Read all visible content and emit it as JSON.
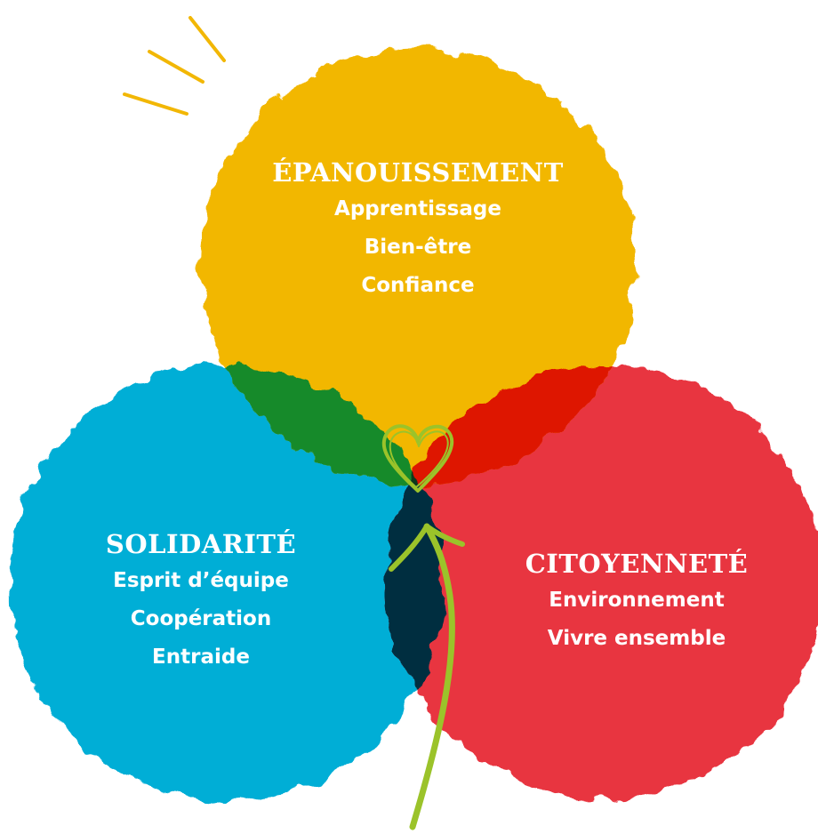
{
  "colors": {
    "yellow": "#F2B705",
    "blue": "#00AED6",
    "red": "#E83440",
    "green": "#158A2A",
    "deep_red": "#DE1304",
    "navy": "#032F40",
    "center": "#0E3A1E",
    "lime": "#9BC32A"
  },
  "circles": {
    "top": {
      "title": "ÉPANOUISSEMENT",
      "items": [
        "Apprentissage",
        "Bien-être",
        "Confiance"
      ]
    },
    "left": {
      "title": "SOLIDARITÉ",
      "items": [
        "Esprit d’équipe",
        "Coopération",
        "Entraide"
      ]
    },
    "right": {
      "title": "CITOYENNETÉ",
      "items": [
        "Environnement",
        "Vivre ensemble"
      ]
    }
  },
  "icons": {
    "center": "heart-icon",
    "arrow": "arrow-up-icon",
    "rays": "sun-rays-icon"
  }
}
